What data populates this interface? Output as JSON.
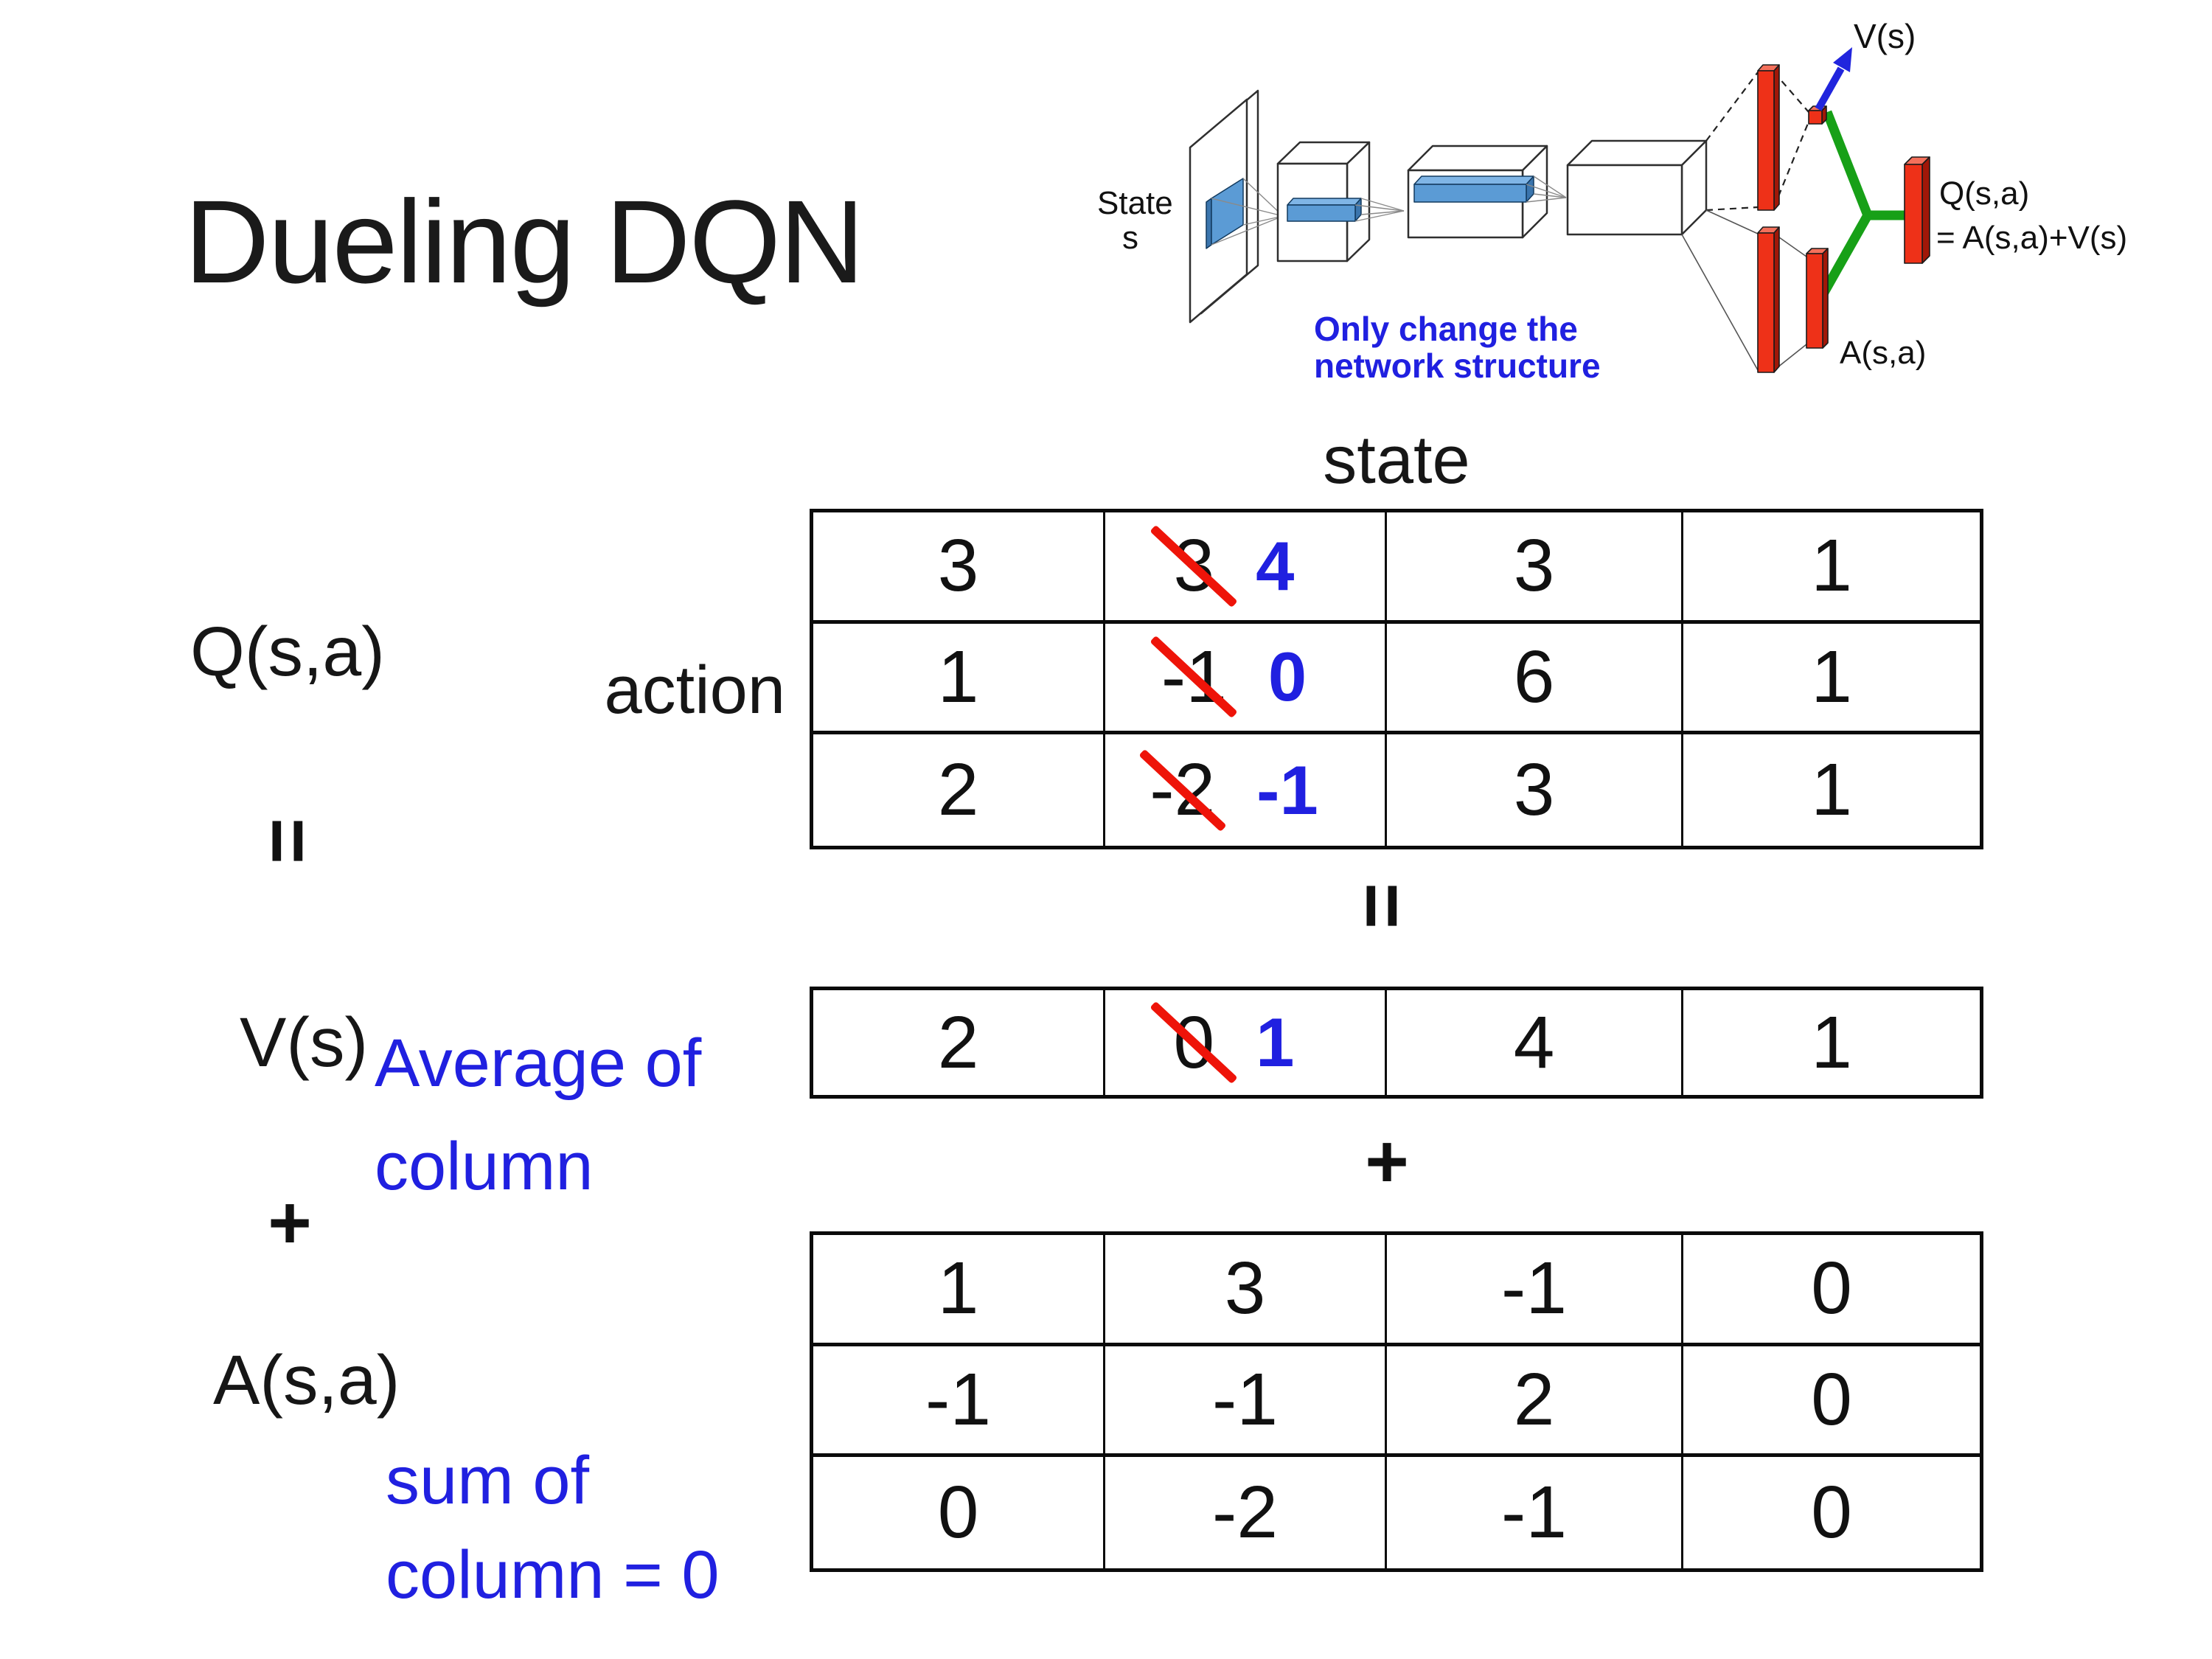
{
  "title": "Dueling DQN",
  "colors": {
    "accent_blue": "#2020e0",
    "strike_red": "#ee1409",
    "bar_red": "#ee3118",
    "link_green": "#17a017",
    "box_blue": "#5b9bd5"
  },
  "diagram": {
    "state_label": "State",
    "state_sub": "s",
    "v_out_label": "V(s)",
    "q_out_label_line1": "Q(s,a)",
    "q_out_label_line2": "= A(s,a)+V(s)",
    "a_out_label": "A(s,a)",
    "note_line1": "Only change the",
    "note_line2": "network structure"
  },
  "matrix_section": {
    "state_header": "state",
    "action_label": "action",
    "q_label": "Q(s,a)",
    "v_label": "V(s)",
    "a_label": "A(s,a)",
    "avg_note_line1": "Average of",
    "avg_note_line2": "column",
    "sum_note_line1": "sum of",
    "sum_note_line2": "column = 0",
    "equals": "=",
    "plus": "+"
  },
  "q_table": {
    "rows": [
      {
        "c1": "3",
        "old": "3",
        "new": "4",
        "c3": "3",
        "c4": "1"
      },
      {
        "c1": "1",
        "old": "-1",
        "new": "0",
        "c3": "6",
        "c4": "1"
      },
      {
        "c1": "2",
        "old": "-2",
        "new": "-1",
        "c3": "3",
        "c4": "1"
      }
    ]
  },
  "v_table": {
    "c1": "2",
    "old": "0",
    "new": "1",
    "c3": "4",
    "c4": "1"
  },
  "a_table": {
    "rows": [
      {
        "c1": "1",
        "c2": "3",
        "c3": "-1",
        "c4": "0"
      },
      {
        "c1": "-1",
        "c2": "-1",
        "c3": "2",
        "c4": "0"
      },
      {
        "c1": "0",
        "c2": "-2",
        "c3": "-1",
        "c4": "0"
      }
    ]
  }
}
